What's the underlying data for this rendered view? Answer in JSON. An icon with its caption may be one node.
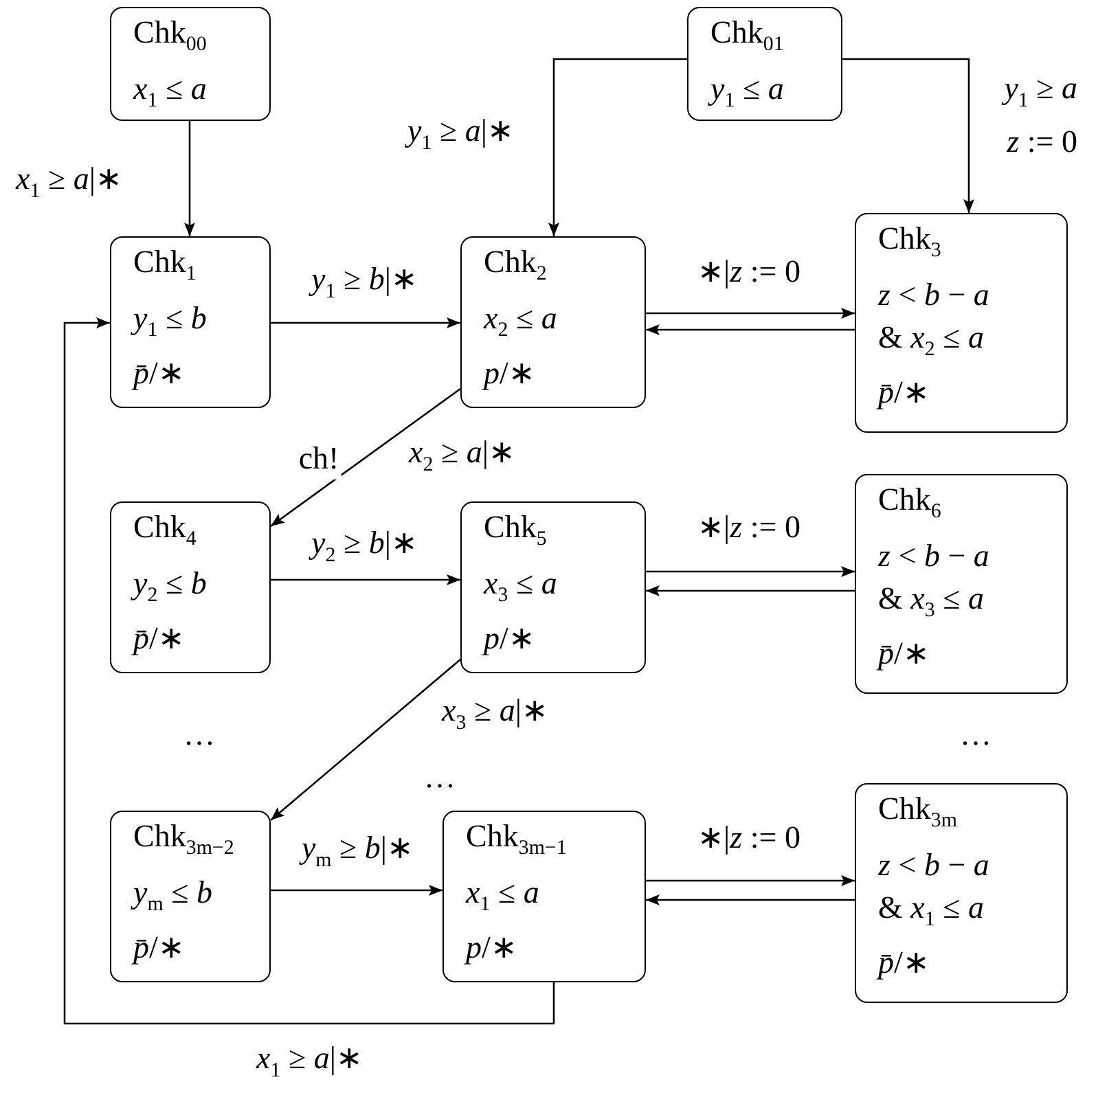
{
  "diagram": {
    "nodes": [
      {
        "text": [
          "Chk$_{00}$",
          "*x*$_{1}$ ≤ *a*"
        ]
      },
      {
        "text": [
          "Chk$_{01}$",
          "*y*$_{1}$ ≤ *a*"
        ]
      },
      {
        "text": [
          "Chk$_{1}$",
          "*y*$_{1}$ ≤ *b*",
          "*p̄*/∗"
        ]
      },
      {
        "text": [
          "Chk$_{2}$",
          "*x*$_{2}$ ≤ *a*",
          "*p*/∗"
        ]
      },
      {
        "text": [
          "Chk$_{3}$",
          "*z* < *b* − *a*",
          "& *x*$_{2}$ ≤ *a*",
          "*p̄*/∗"
        ]
      },
      {
        "text": [
          "Chk$_{4}$",
          "*y*$_{2}$ ≤ *b*",
          "*p̄*/∗"
        ]
      },
      {
        "text": [
          "Chk$_{5}$",
          "*x*$_{3}$ ≤ *a*",
          "*p*/∗"
        ]
      },
      {
        "text": [
          "Chk$_{6}$",
          "*z* < *b* − *a*",
          "& *x*$_{3}$ ≤ *a*",
          "*p̄*/∗"
        ]
      },
      {
        "text": [
          "Chk$_{3m−2}$",
          "*y*$_{m}$ ≤ *b*",
          "*p̄*/∗"
        ]
      },
      {
        "text": [
          "Chk$_{3m−1}$",
          "*x*$_{1}$ ≤ *a*",
          "*p*/∗"
        ]
      },
      {
        "text": [
          "Chk$_{3m}$",
          "*z* < *b* − *a*",
          "& *x*$_{1}$ ≤ *a*",
          "*p̄*/∗"
        ]
      }
    ],
    "edges": [
      {
        "from": 0,
        "to": 2,
        "arrow": "to",
        "label": "*x*$_{1}$ ≥ *a*|∗"
      },
      {
        "from": 1,
        "to": 3,
        "arrow": "to",
        "label": "*y*$_{1}$ ≥ *a*|∗"
      },
      {
        "from": 1,
        "to": 4,
        "arrow": "to",
        "label": "*y*$_{1}$ ≥ *a* *z* := 0"
      },
      {
        "from": 2,
        "to": 3,
        "arrow": "to",
        "label": "*y*$_{1}$ ≥ *b*|∗"
      },
      {
        "from": 3,
        "to": 4,
        "arrow": "to",
        "label": "∗|*z* := 0"
      },
      {
        "from": 4,
        "to": 3,
        "arrow": "to"
      },
      {
        "from": 3,
        "to": 5,
        "arrow": "to",
        "label": "*x*$_{2}$ ≥ *a*|∗"
      },
      {
        "from": 5,
        "to": 6,
        "arrow": "to",
        "label": "*y*$_{2}$ ≥ *b*|∗"
      },
      {
        "from": 6,
        "to": 7,
        "arrow": "to",
        "label": "∗|*z* := 0"
      },
      {
        "from": 7,
        "to": 6,
        "arrow": "to"
      },
      {
        "from": 6,
        "to": 8,
        "arrow": "to",
        "label": "*x*$_{3}$ ≥ *a*|∗"
      },
      {
        "from": 8,
        "to": 9,
        "arrow": "to",
        "label": "*y*$_{m}$ ≥ *b*|∗"
      },
      {
        "from": 9,
        "to": 10,
        "arrow": "to",
        "label": "∗|*z* := 0"
      },
      {
        "from": 10,
        "to": 9,
        "arrow": "to"
      },
      {
        "from": 9,
        "to": 2,
        "arrow": "to",
        "label": "*x*$_{1}$ ≥ *a*|∗"
      }
    ],
    "labels": [
      "ch!",
      "…",
      "…",
      "…"
    ]
  }
}
